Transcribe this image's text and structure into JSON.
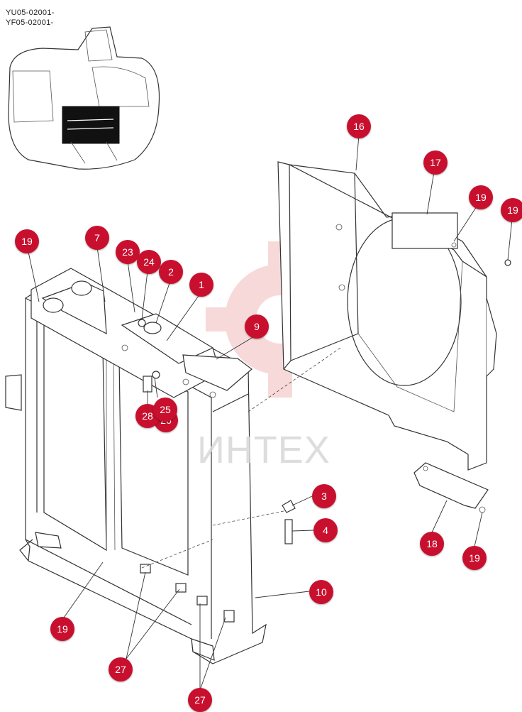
{
  "serials": [
    "YU05-02001-",
    "YF05-02001-"
  ],
  "watermark": "ИНТЕХ",
  "callouts": {
    "c16": "16",
    "c17": "17",
    "c19a": "19",
    "c19b": "19",
    "c19c": "19",
    "c7": "7",
    "c23": "23",
    "c24": "24",
    "c2": "2",
    "c1": "1",
    "c9": "9",
    "c28": "28",
    "c25": "25",
    "c26": "26",
    "c3": "3",
    "c4": "4",
    "c18": "18",
    "c19d": "19",
    "c10": "10",
    "c19e": "19",
    "c27a": "27",
    "c27b": "27"
  },
  "colors": {
    "callout": "#c8102e",
    "watermark_gear": "#f4c9c9",
    "line": "#333333"
  }
}
